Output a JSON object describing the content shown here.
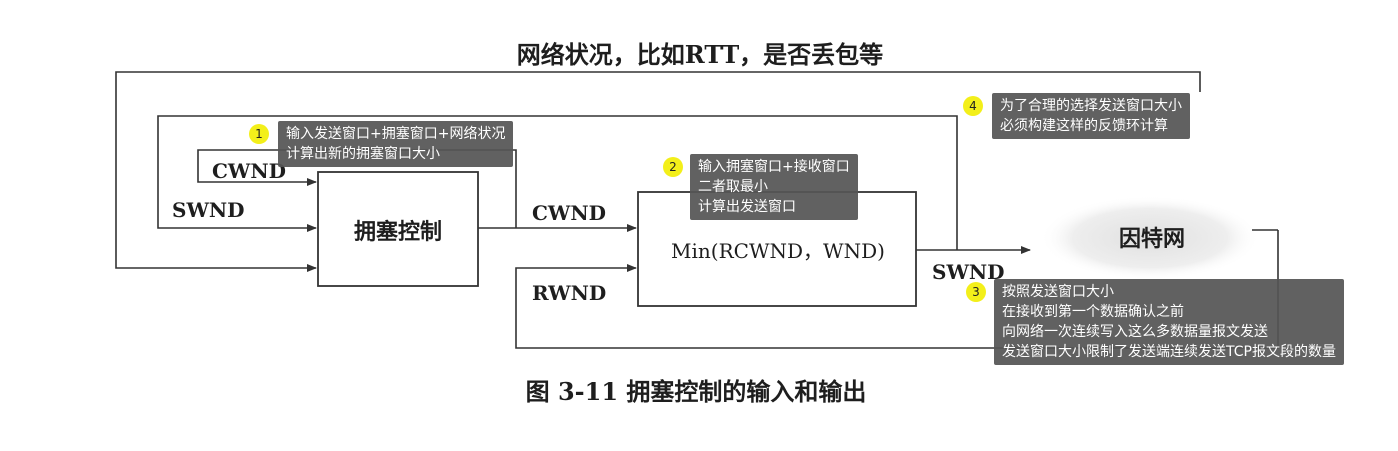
{
  "diagram": {
    "top_label": "网络状况，比如RTT，是否丢包等",
    "congestion_box": "拥塞控制",
    "min_box": "Min(RCWND，WND)",
    "internet_label": "因特网",
    "caption": "图 3-11   拥塞控制的输入和输出",
    "labels": {
      "cwnd_in": "CWND",
      "swnd_in": "SWND",
      "cwnd_out": "CWND",
      "rwnd": "RWND",
      "swnd_out": "SWND"
    }
  },
  "annotations": [
    {
      "number": "1",
      "lines": [
        "输入发送窗口+拥塞窗口+网络状况",
        "计算出新的拥塞窗口大小"
      ]
    },
    {
      "number": "2",
      "lines": [
        "输入拥塞窗口+接收窗口",
        "二者取最小",
        "计算出发送窗口"
      ]
    },
    {
      "number": "3",
      "lines": [
        "按照发送窗口大小",
        "在接收到第一个数据确认之前",
        "向网络一次连续写入这么多数据量报文发送",
        "发送窗口大小限制了发送端连续发送TCP报文段的数量"
      ]
    },
    {
      "number": "4",
      "lines": [
        "为了合理的选择发送窗口大小",
        "必须构建这样的反馈环计算"
      ]
    }
  ],
  "colors": {
    "annotation_bg": "#555555",
    "badge": "#f3ef1a",
    "line": "#333333"
  }
}
